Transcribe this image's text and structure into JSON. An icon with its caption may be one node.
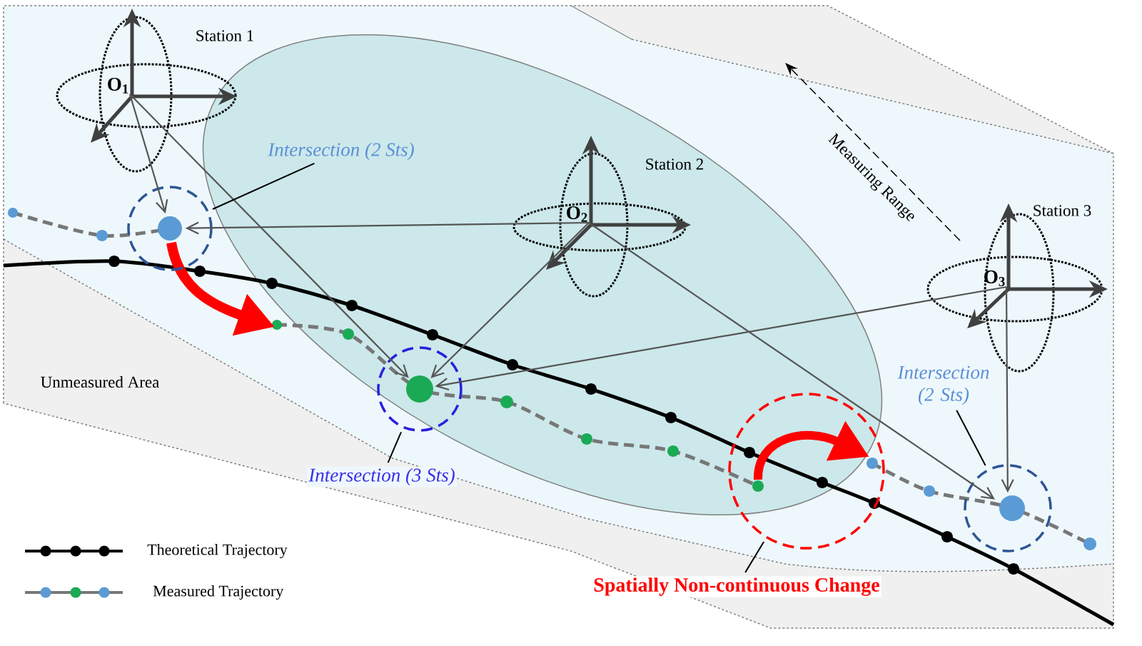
{
  "diagram": {
    "nodes": [
      {
        "text": [
          "O$_{1}$"
        ]
      },
      {
        "text": [
          "Intersection (2 Sts)"
        ]
      },
      {
        "text": [],
        "shape": "circle"
      },
      {
        "text": [
          "O$_{2}$"
        ]
      },
      {
        "text": [],
        "shape": "circle"
      },
      {
        "text": [
          "Intersection (3 Sts)"
        ]
      },
      {
        "text": [
          "O$_{3}$"
        ]
      },
      {
        "text": [
          "Intersection (2 Sts)"
        ]
      },
      {
        "text": [],
        "shape": "circle"
      },
      {
        "text": [],
        "shape": "circle"
      },
      {
        "text": [
          "Spatially Non-continuous Change"
        ]
      }
    ],
    "edges": [
      {
        "from": 0,
        "to": 2,
        "arrow": "to"
      },
      {
        "from": 0,
        "to": 4,
        "arrow": "to"
      },
      {
        "from": 3,
        "to": 2,
        "arrow": "to"
      },
      {
        "from": 3,
        "to": 4,
        "arrow": "to"
      },
      {
        "from": 3,
        "to": 8,
        "arrow": "to"
      },
      {
        "from": 6,
        "to": 4,
        "arrow": "to"
      },
      {
        "from": 6,
        "to": 8,
        "arrow": "to"
      },
      {
        "from": 1,
        "to": 2,
        "arrow": "none"
      },
      {
        "from": 5,
        "to": 4,
        "arrow": "none"
      },
      {
        "from": 7,
        "to": 8,
        "arrow": "none"
      },
      {
        "from": 10,
        "to": 9,
        "arrow": "none"
      }
    ],
    "labels": [
      "Station 1",
      "Station 2",
      "Measuring Range",
      "Station 3",
      "Unmeasured Area"
    ],
    "legend": [
      {
        "text": "Theoretical Trajectory"
      },
      {
        "text": "Measured Trajectory"
      }
    ]
  }
}
